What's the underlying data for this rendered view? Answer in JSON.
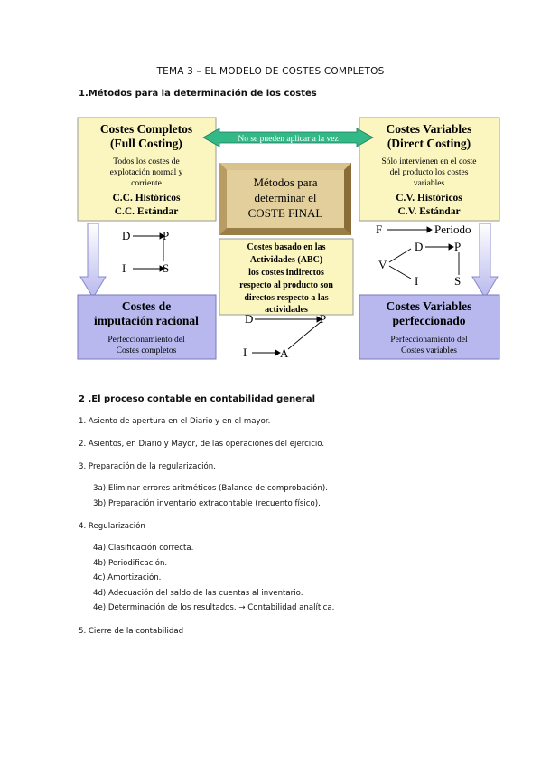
{
  "title": "TEMA 3 – EL MODELO DE COSTES COMPLETOS",
  "section1": "1.Métodos para la determinación de los costes",
  "diagram": {
    "full_costing": {
      "title1": "Costes Completos",
      "title2": "(Full Costing)",
      "desc": [
        "Todos los costes de",
        "explotación normal y",
        "corriente"
      ],
      "hist": "C.C. Históricos",
      "std": "C.C. Estándar"
    },
    "direct_costing": {
      "title1": "Costes Variables",
      "title2": "(Direct Costing)",
      "desc": [
        "Sólo intervienen en el coste",
        "del producto los costes",
        "variables"
      ],
      "hist": "C.V. Históricos",
      "std": "C.V. Estándar"
    },
    "arrow_note": "No se pueden aplicar a la vez",
    "center": [
      "Métodos para",
      "determinar el",
      "COSTE FINAL"
    ],
    "abc": [
      "Costes basado en las",
      "Actividades (ABC)",
      "los costes indirectos",
      "respecto al producto son",
      "directos respecto a las",
      "actividades"
    ],
    "imputacion": {
      "title1": "Costes de",
      "title2": "imputación racional",
      "desc": [
        "Perfeccionamiento del",
        "Costes completos"
      ]
    },
    "perfeccionado": {
      "title1": "Costes Variables",
      "title2": "perfeccionado",
      "desc": [
        "Perfeccionamiento del",
        "Costes variables"
      ]
    },
    "flow_left": {
      "d": "D",
      "p": "P",
      "i": "I",
      "s": "S"
    },
    "flow_right": {
      "f": "F",
      "periodo": "Periodo",
      "v": "V",
      "d": "D",
      "p": "P",
      "i": "I",
      "s": "S"
    },
    "flow_abc": {
      "d": "D",
      "p": "P",
      "i": "I",
      "a": "A"
    }
  },
  "section2": "2 .El proceso contable en contabilidad general",
  "items": [
    "1. Asiento de apertura en el Diario y en el mayor.",
    "2. Asientos, en Diario y Mayor, de las operaciones del ejercicio.",
    "3. Preparación de la regularización.",
    "3a) Eliminar errores aritméticos (Balance de comprobación).",
    "3b) Preparación inventario extracontable (recuento físico).",
    "4. Regularización",
    "4a) Clasificación correcta.",
    "4b) Periodificación.",
    "4c) Amortización.",
    "4d) Adecuación del saldo de las cuentas al inventario.",
    "4e) Determinación de los resultados. → Contabilidad analítica.",
    "5. Cierre de la contabilidad"
  ],
  "colors": {
    "yellow_box": "#fbf6c0",
    "blue_box": "#b8b8ee",
    "arrow_green": "#33b888",
    "center_box": "#e2cf9c",
    "abc_box": "#fbf6c0"
  }
}
